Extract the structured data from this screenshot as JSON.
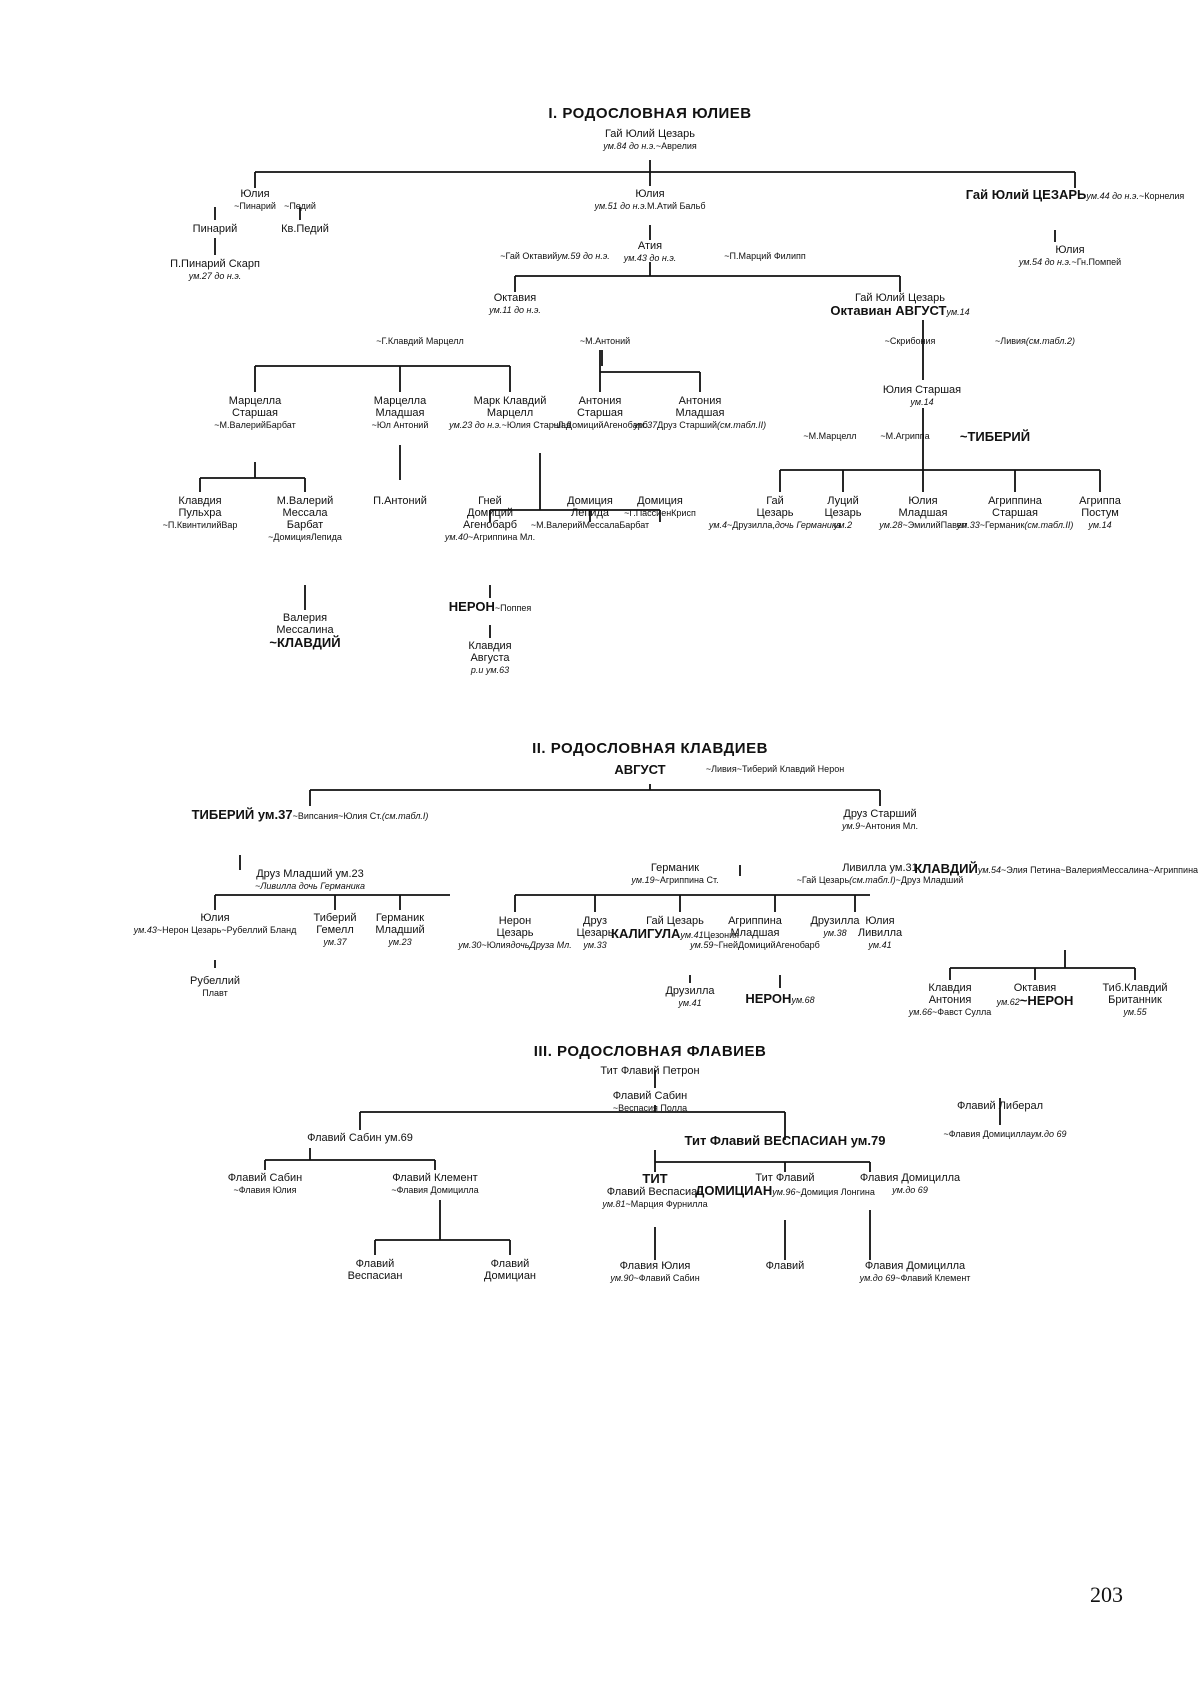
{
  "page_number": "203",
  "sections": [
    {
      "id": "s1",
      "title": "I. РОДОСЛОВНАЯ ЮЛИЕВ",
      "x": 0,
      "y": 0
    }
  ],
  "nodes": [
    {
      "id": "n1",
      "lines": [
        [
          "Гай Юлий Цезарь",
          "l"
        ],
        [
          "ум.84 до н.э.",
          "s"
        ],
        [
          "~Аврелия",
          "m"
        ]
      ]
    },
    {
      "id": "n2",
      "lines": [
        [
          "Юлия",
          "l"
        ],
        [
          "~Пинарий",
          "m"
        ]
      ]
    },
    {
      "id": "n3",
      "lines": [
        [
          "~Педий",
          "m"
        ]
      ]
    },
    {
      "id": "n4",
      "lines": [
        [
          "Пинарий",
          "l"
        ]
      ]
    },
    {
      "id": "n5",
      "lines": [
        [
          "Кв.Педий",
          "l"
        ]
      ]
    },
    {
      "id": "n6",
      "lines": [
        [
          "П.Пинарий Скарп",
          "l"
        ],
        [
          "ум.27 до н.э.",
          "s"
        ]
      ]
    },
    {
      "id": "n7",
      "lines": [
        [
          "Юлия",
          "l"
        ],
        [
          "ум.51 до н.э.",
          "s"
        ],
        [
          "М.Атий Бальб",
          "m"
        ]
      ]
    },
    {
      "id": "n8",
      "lines": [
        [
          "Атия",
          "l"
        ],
        [
          "ум.43 до н.э.",
          "s"
        ]
      ]
    },
    {
      "id": "n9",
      "lines": [
        [
          "~Гай Октавий",
          "m"
        ],
        [
          "ум.59 до н.э.",
          "s"
        ]
      ]
    },
    {
      "id": "n10",
      "lines": [
        [
          "~П.Марций Филипп",
          "m"
        ]
      ]
    },
    {
      "id": "n11",
      "lines": [
        [
          "Гай Юлий ЦЕЗАРЬ",
          "b"
        ],
        [
          "ум.44 до н.э.",
          "s"
        ],
        [
          "~Корнелия",
          "m"
        ]
      ]
    },
    {
      "id": "n12",
      "lines": [
        [
          "Юлия",
          "l"
        ],
        [
          "ум.54 до н.э.",
          "s"
        ],
        [
          "~Гн.Помпей",
          "m"
        ]
      ]
    },
    {
      "id": "n13",
      "lines": [
        [
          "Октавия",
          "l"
        ],
        [
          "ум.11 до н.э.",
          "s"
        ]
      ]
    },
    {
      "id": "n14",
      "lines": [
        [
          "Гай Юлий Цезарь",
          "l"
        ],
        [
          "Октавиан АВГУСТ",
          "b"
        ],
        [
          "ум.14",
          "s"
        ]
      ]
    },
    {
      "id": "n15",
      "lines": [
        [
          "~Г.Клавдий Марцелл",
          "m"
        ]
      ]
    },
    {
      "id": "n16",
      "lines": [
        [
          "~М.Антоний",
          "m"
        ]
      ]
    },
    {
      "id": "n17",
      "lines": [
        [
          "~Скрибония",
          "m"
        ]
      ]
    },
    {
      "id": "n18",
      "lines": [
        [
          "~Ливия",
          "m"
        ],
        [
          "(см.табл.2)",
          "s"
        ]
      ]
    },
    {
      "id": "n19",
      "lines": [
        [
          "Марцелла",
          "l"
        ],
        [
          "Старшая",
          "l"
        ],
        [
          "~М.Валерий",
          "m"
        ],
        [
          "Барбат",
          "m"
        ]
      ]
    },
    {
      "id": "n20",
      "lines": [
        [
          "Марцелла",
          "l"
        ],
        [
          "Младшая",
          "l"
        ],
        [
          "~Юл Антоний",
          "m"
        ]
      ]
    },
    {
      "id": "n21",
      "lines": [
        [
          "Марк Клавдий",
          "l"
        ],
        [
          "Марцелл",
          "l"
        ],
        [
          "ум.23 до н.э.",
          "s"
        ],
        [
          "~Юлия Старшая",
          "m"
        ]
      ]
    },
    {
      "id": "n22",
      "lines": [
        [
          "Антония",
          "l"
        ],
        [
          "Старшая",
          "l"
        ],
        [
          "~Л.Домиций",
          "m"
        ],
        [
          "Агенобарб",
          "m"
        ]
      ]
    },
    {
      "id": "n23",
      "lines": [
        [
          "Антония",
          "l"
        ],
        [
          "Младшая",
          "l"
        ],
        [
          "ум.37",
          "s"
        ],
        [
          "Друз Старший",
          "m"
        ],
        [
          "(см.табл.II)",
          "s"
        ]
      ]
    },
    {
      "id": "n24",
      "lines": [
        [
          "Юлия Старшая",
          "l"
        ],
        [
          "ум.14",
          "s"
        ]
      ]
    },
    {
      "id": "n25",
      "lines": [
        [
          "~М.Марцелл",
          "m"
        ]
      ]
    },
    {
      "id": "n26",
      "lines": [
        [
          "~М.Агриппа",
          "m"
        ]
      ]
    },
    {
      "id": "n27",
      "lines": [
        [
          "~ТИБЕРИЙ",
          "b"
        ]
      ]
    },
    {
      "id": "n28",
      "lines": [
        [
          "Клавдия",
          "l"
        ],
        [
          "Пульхра",
          "l"
        ],
        [
          "~П.Квинтилий",
          "m"
        ],
        [
          "Вар",
          "m"
        ]
      ]
    },
    {
      "id": "n29",
      "lines": [
        [
          "М.Валерий",
          "l"
        ],
        [
          "Мессала",
          "l"
        ],
        [
          "Барбат",
          "l"
        ],
        [
          "~Домиция",
          "m"
        ],
        [
          "Лепида",
          "m"
        ]
      ]
    },
    {
      "id": "n30",
      "lines": [
        [
          "П.Антоний",
          "l"
        ]
      ]
    },
    {
      "id": "n31",
      "lines": [
        [
          "Гней",
          "l"
        ],
        [
          "Домиций",
          "l"
        ],
        [
          "Агенобарб",
          "l"
        ],
        [
          "ум.40",
          "s"
        ],
        [
          "~Агриппина Мл.",
          "m"
        ]
      ]
    },
    {
      "id": "n32",
      "lines": [
        [
          "Домиция",
          "l"
        ],
        [
          "Лепида",
          "l"
        ],
        [
          "~М.Валерий",
          "m"
        ],
        [
          "Мессала",
          "m"
        ],
        [
          "Барбат",
          "m"
        ]
      ]
    },
    {
      "id": "n33",
      "lines": [
        [
          "Домиция",
          "l"
        ],
        [
          "~Г.Пассиен",
          "m"
        ],
        [
          "Крисп",
          "m"
        ]
      ]
    },
    {
      "id": "n34",
      "lines": [
        [
          "Гай",
          "l"
        ],
        [
          "Цезарь",
          "l"
        ],
        [
          "ум.4",
          "s"
        ],
        [
          "~Друзилла,",
          "m"
        ],
        [
          "дочь Германика",
          "s"
        ]
      ]
    },
    {
      "id": "n35",
      "lines": [
        [
          "Луций",
          "l"
        ],
        [
          "Цезарь",
          "l"
        ],
        [
          "ум.2",
          "s"
        ]
      ]
    },
    {
      "id": "n36",
      "lines": [
        [
          "Юлия",
          "l"
        ],
        [
          "Младшая",
          "l"
        ],
        [
          "ум.28",
          "s"
        ],
        [
          "~Эмилий",
          "m"
        ],
        [
          "Павел",
          "m"
        ]
      ]
    },
    {
      "id": "n37",
      "lines": [
        [
          "Агриппина",
          "l"
        ],
        [
          "Старшая",
          "l"
        ],
        [
          "ум.33",
          "s"
        ],
        [
          "~Германик",
          "m"
        ],
        [
          "(см.табл.II)",
          "s"
        ]
      ]
    },
    {
      "id": "n38",
      "lines": [
        [
          "Агриппа",
          "l"
        ],
        [
          "Постум",
          "l"
        ],
        [
          "ум.14",
          "s"
        ]
      ]
    },
    {
      "id": "n39",
      "lines": [
        [
          "Валерия",
          "l"
        ],
        [
          "Мессалина",
          "l"
        ],
        [
          "~КЛАВДИЙ",
          "b"
        ]
      ]
    },
    {
      "id": "n40",
      "lines": [
        [
          "НЕРОН",
          "b"
        ],
        [
          "~Поппея",
          "m"
        ]
      ]
    },
    {
      "id": "n41",
      "lines": [
        [
          "Клавдия",
          "l"
        ],
        [
          "Августа",
          "l"
        ],
        [
          "р.и ум.63",
          "s"
        ]
      ]
    },
    {
      "id": "t2",
      "lines": [
        [
          "II. РОДОСЛОВНАЯ КЛАВДИЕВ",
          "l"
        ]
      ]
    },
    {
      "id": "n42",
      "lines": [
        [
          "АВГУСТ",
          "b"
        ]
      ]
    },
    {
      "id": "n43",
      "lines": [
        [
          "~Ливия",
          "m"
        ],
        [
          "~Тиберий Клавдий Нерон",
          "m"
        ]
      ]
    },
    {
      "id": "n44",
      "lines": [
        [
          "ТИБЕРИЙ ум.37",
          "b"
        ],
        [
          "~Випсания",
          "m"
        ],
        [
          "~Юлия Ст.",
          "m"
        ],
        [
          "(см.табл.I)",
          "s"
        ]
      ]
    },
    {
      "id": "n45",
      "lines": [
        [
          "Друз Старший",
          "l"
        ],
        [
          "ум.9",
          "s"
        ],
        [
          "~Антония Мл.",
          "m"
        ]
      ]
    },
    {
      "id": "n46",
      "lines": [
        [
          "Друз Младший ум.23",
          "l"
        ],
        [
          "~Ливилла дочь Германика",
          "s"
        ]
      ]
    },
    {
      "id": "n47",
      "lines": [
        [
          "Германик",
          "l"
        ],
        [
          "ум.19",
          "s"
        ],
        [
          "~Агриппина Ст.",
          "m"
        ]
      ]
    },
    {
      "id": "n48",
      "lines": [
        [
          "Ливилла ум.31",
          "l"
        ],
        [
          "~Гай Цезарь",
          "m"
        ],
        [
          "(см.табл.I)",
          "s"
        ],
        [
          "~Друз Младший",
          "m"
        ]
      ]
    },
    {
      "id": "n49",
      "lines": [
        [
          "КЛАВДИЙ",
          "b"
        ],
        [
          "ум.54",
          "s"
        ],
        [
          "~Элия Петина",
          "m"
        ],
        [
          "~Валерия",
          "m"
        ],
        [
          "Мессалина",
          "m"
        ],
        [
          "~Агриппина Мл.",
          "m"
        ]
      ]
    },
    {
      "id": "n50",
      "lines": [
        [
          "Юлия",
          "l"
        ],
        [
          "ум.43",
          "s"
        ],
        [
          "~Нерон Цезарь",
          "m"
        ],
        [
          "~Рубеллий Бланд",
          "m"
        ]
      ]
    },
    {
      "id": "n51",
      "lines": [
        [
          "Тиберий",
          "l"
        ],
        [
          "Гемелл",
          "l"
        ],
        [
          "ум.37",
          "s"
        ]
      ]
    },
    {
      "id": "n52",
      "lines": [
        [
          "Германик",
          "l"
        ],
        [
          "Младший",
          "l"
        ],
        [
          "ум.23",
          "s"
        ]
      ]
    },
    {
      "id": "n53",
      "lines": [
        [
          "Рубеллий",
          "l"
        ],
        [
          "Плавт",
          "m"
        ]
      ]
    },
    {
      "id": "n54",
      "lines": [
        [
          "Нерон",
          "l"
        ],
        [
          "Цезарь",
          "l"
        ],
        [
          "ум.30",
          "s"
        ],
        [
          "~Юлия",
          "m"
        ],
        [
          "дочь",
          "s"
        ],
        [
          "Друза Мл.",
          "s"
        ]
      ]
    },
    {
      "id": "n55",
      "lines": [
        [
          "Друз",
          "l"
        ],
        [
          "Цезарь",
          "l"
        ],
        [
          "ум.33",
          "s"
        ]
      ]
    },
    {
      "id": "n56",
      "lines": [
        [
          "Гай Цезарь",
          "l"
        ],
        [
          "КАЛИГУЛА",
          "b"
        ],
        [
          "ум.41",
          "s"
        ],
        [
          "Цезония",
          "m"
        ]
      ]
    },
    {
      "id": "n57",
      "lines": [
        [
          "Агриппина",
          "l"
        ],
        [
          "Младшая",
          "l"
        ],
        [
          "ум.59",
          "s"
        ],
        [
          "~Гней",
          "m"
        ],
        [
          "Домиций",
          "m"
        ],
        [
          "Агенобарб",
          "m"
        ]
      ]
    },
    {
      "id": "n58",
      "lines": [
        [
          "Друзилла",
          "l"
        ],
        [
          "ум.38",
          "s"
        ]
      ]
    },
    {
      "id": "n59",
      "lines": [
        [
          "Юлия",
          "l"
        ],
        [
          "Ливилла",
          "l"
        ],
        [
          "ум.41",
          "s"
        ]
      ]
    },
    {
      "id": "n60",
      "lines": [
        [
          "Друзилла",
          "l"
        ],
        [
          "ум.41",
          "s"
        ]
      ]
    },
    {
      "id": "n61",
      "lines": [
        [
          "НЕРОН",
          "b"
        ],
        [
          "ум.68",
          "s"
        ]
      ]
    },
    {
      "id": "n62",
      "lines": [
        [
          "Клавдия",
          "l"
        ],
        [
          "Антония",
          "l"
        ],
        [
          "ум.66",
          "s"
        ],
        [
          "~Фавст Сулла",
          "m"
        ]
      ]
    },
    {
      "id": "n63",
      "lines": [
        [
          "Октавия",
          "l"
        ],
        [
          "ум.62",
          "s"
        ],
        [
          "~НЕРОН",
          "b"
        ]
      ]
    },
    {
      "id": "n64",
      "lines": [
        [
          "Тиб.Клавдий",
          "l"
        ],
        [
          "Британник",
          "l"
        ],
        [
          "ум.55",
          "s"
        ]
      ]
    },
    {
      "id": "t3",
      "lines": [
        [
          "III. РОДОСЛОВНАЯ ФЛАВИЕВ",
          "l"
        ]
      ]
    },
    {
      "id": "n65",
      "lines": [
        [
          "Тит Флавий Петрон",
          "l"
        ]
      ]
    },
    {
      "id": "n66",
      "lines": [
        [
          "Флавий Сабин",
          "l"
        ],
        [
          "~Веспасия Полла",
          "m"
        ]
      ]
    },
    {
      "id": "n67",
      "lines": [
        [
          "Флавий Либерал",
          "l"
        ]
      ]
    },
    {
      "id": "n68",
      "lines": [
        [
          "~Флавия Домицилла",
          "m"
        ],
        [
          "ум.до 69",
          "s"
        ]
      ]
    },
    {
      "id": "n69",
      "lines": [
        [
          "Флавий Сабин ум.69",
          "l"
        ]
      ]
    },
    {
      "id": "n70",
      "lines": [
        [
          "Тит Флавий ВЕСПАСИАН ум.79",
          "b"
        ]
      ]
    },
    {
      "id": "n71",
      "lines": [
        [
          "Флавий Сабин",
          "l"
        ],
        [
          " ",
          "m"
        ],
        [
          " ",
          "m"
        ],
        [
          "~Флавия Юлия",
          "m"
        ]
      ]
    },
    {
      "id": "n72",
      "lines": [
        [
          "Флавий Клемент",
          "l"
        ],
        [
          " ",
          "m"
        ],
        [
          " ",
          "m"
        ],
        [
          "~Флавия Домицилла",
          "m"
        ]
      ]
    },
    {
      "id": "n73",
      "lines": [
        [
          "ТИТ",
          "b"
        ],
        [
          "Флавий Веспасиан",
          "l"
        ],
        [
          "ум.81",
          "s"
        ],
        [
          "~Марция Фурнилла",
          "m"
        ]
      ]
    },
    {
      "id": "n74",
      "lines": [
        [
          "Тит Флавий",
          "l"
        ],
        [
          "ДОМИЦИАН",
          "b"
        ],
        [
          "ум.96",
          "s"
        ],
        [
          "~Домиция Лонгина",
          "m"
        ]
      ]
    },
    {
      "id": "n75",
      "lines": [
        [
          "Флавия Домицилла",
          "l"
        ],
        [
          "ум.до 69",
          "s"
        ]
      ]
    },
    {
      "id": "n76",
      "lines": [
        [
          "Флавий",
          "l"
        ],
        [
          "Веспасиан",
          "l"
        ]
      ]
    },
    {
      "id": "n77",
      "lines": [
        [
          "Флавий",
          "l"
        ],
        [
          "Домициан",
          "l"
        ]
      ]
    },
    {
      "id": "n78",
      "lines": [
        [
          "Флавия Юлия",
          "l"
        ],
        [
          "ум.90",
          "s"
        ],
        [
          "~Флавий Сабин",
          "m"
        ]
      ]
    },
    {
      "id": "n79",
      "lines": [
        [
          "Флавий",
          "l"
        ]
      ]
    },
    {
      "id": "n80",
      "lines": [
        [
          "Флавия Домицилла",
          "l"
        ],
        [
          "ум.до 69",
          "s"
        ],
        [
          "~Флавий Клемент",
          "m"
        ]
      ]
    }
  ]
}
